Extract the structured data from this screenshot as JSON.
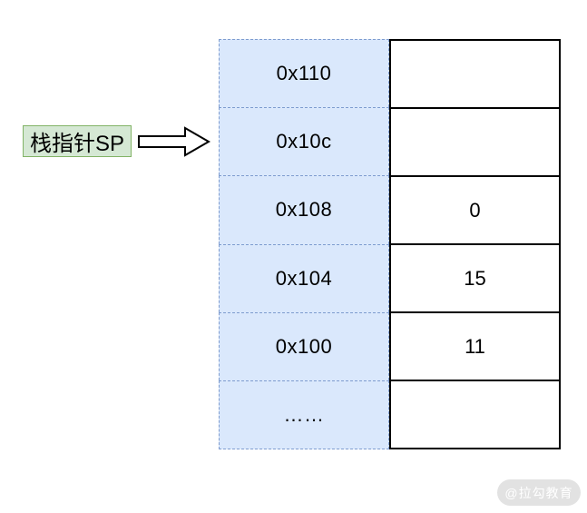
{
  "diagram": {
    "pointer_label": "栈指针SP",
    "stack": {
      "rows": [
        {
          "address": "0x110",
          "value": ""
        },
        {
          "address": "0x10c",
          "value": ""
        },
        {
          "address": "0x108",
          "value": "0"
        },
        {
          "address": "0x104",
          "value": "15"
        },
        {
          "address": "0x100",
          "value": "11"
        },
        {
          "address": "……",
          "value": ""
        }
      ]
    },
    "colors": {
      "address_cell_fill": "#dae8fc",
      "address_cell_border": "#7e9ccf",
      "value_cell_border": "#000000",
      "pointer_label_fill": "#d5e8d4",
      "pointer_label_border": "#82b366",
      "watermark_fill": "#e2e2e2",
      "watermark_text": "#ffffff"
    },
    "watermark": "@拉勾教育"
  }
}
